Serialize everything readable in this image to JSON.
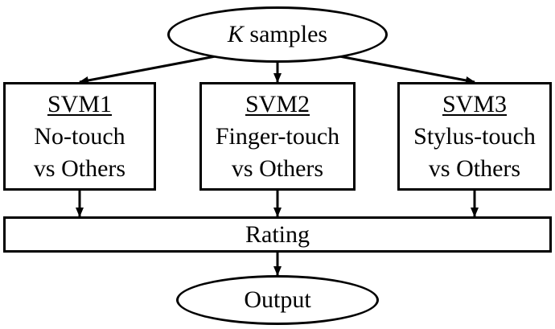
{
  "input": {
    "k": "K",
    "label": "samples"
  },
  "svms": [
    {
      "title": "SVM1",
      "line1": "No-touch",
      "line2": "vs Others"
    },
    {
      "title": "SVM2",
      "line1": "Finger-touch",
      "line2": "vs Others"
    },
    {
      "title": "SVM3",
      "line1": "Stylus-touch",
      "line2": "vs Others"
    }
  ],
  "rating": {
    "label": "Rating"
  },
  "output": {
    "label": "Output"
  }
}
